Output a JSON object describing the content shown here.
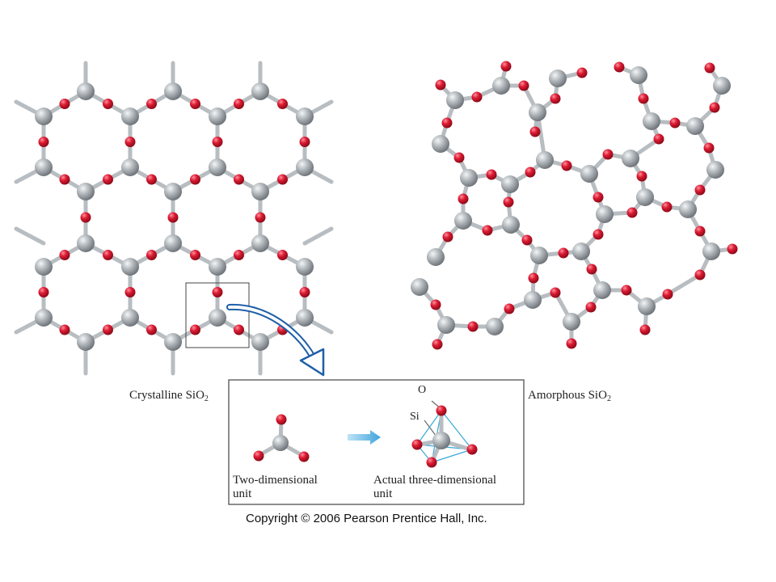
{
  "labels": {
    "crystalline_prefix": "Crystalline SiO",
    "crystalline_sub": "2",
    "amorphous_prefix": "Amorphous SiO",
    "amorphous_sub": "2",
    "two_dimensional": "Two-dimensional\nunit",
    "three_dimensional": "Actual three-dimensional\nunit",
    "oxygen": "O",
    "silicon": "Si",
    "copyright": "Copyright © 2006 Pearson Prentice Hall, Inc."
  },
  "colors": {
    "silicon_atom": "#a9afb3",
    "oxygen_atom": "#d0182e",
    "bond": "#b8bdc1",
    "arrow": "#1f5fa8",
    "tetrahedron_edge": "#39a9d9",
    "box_border": "#444444"
  }
}
